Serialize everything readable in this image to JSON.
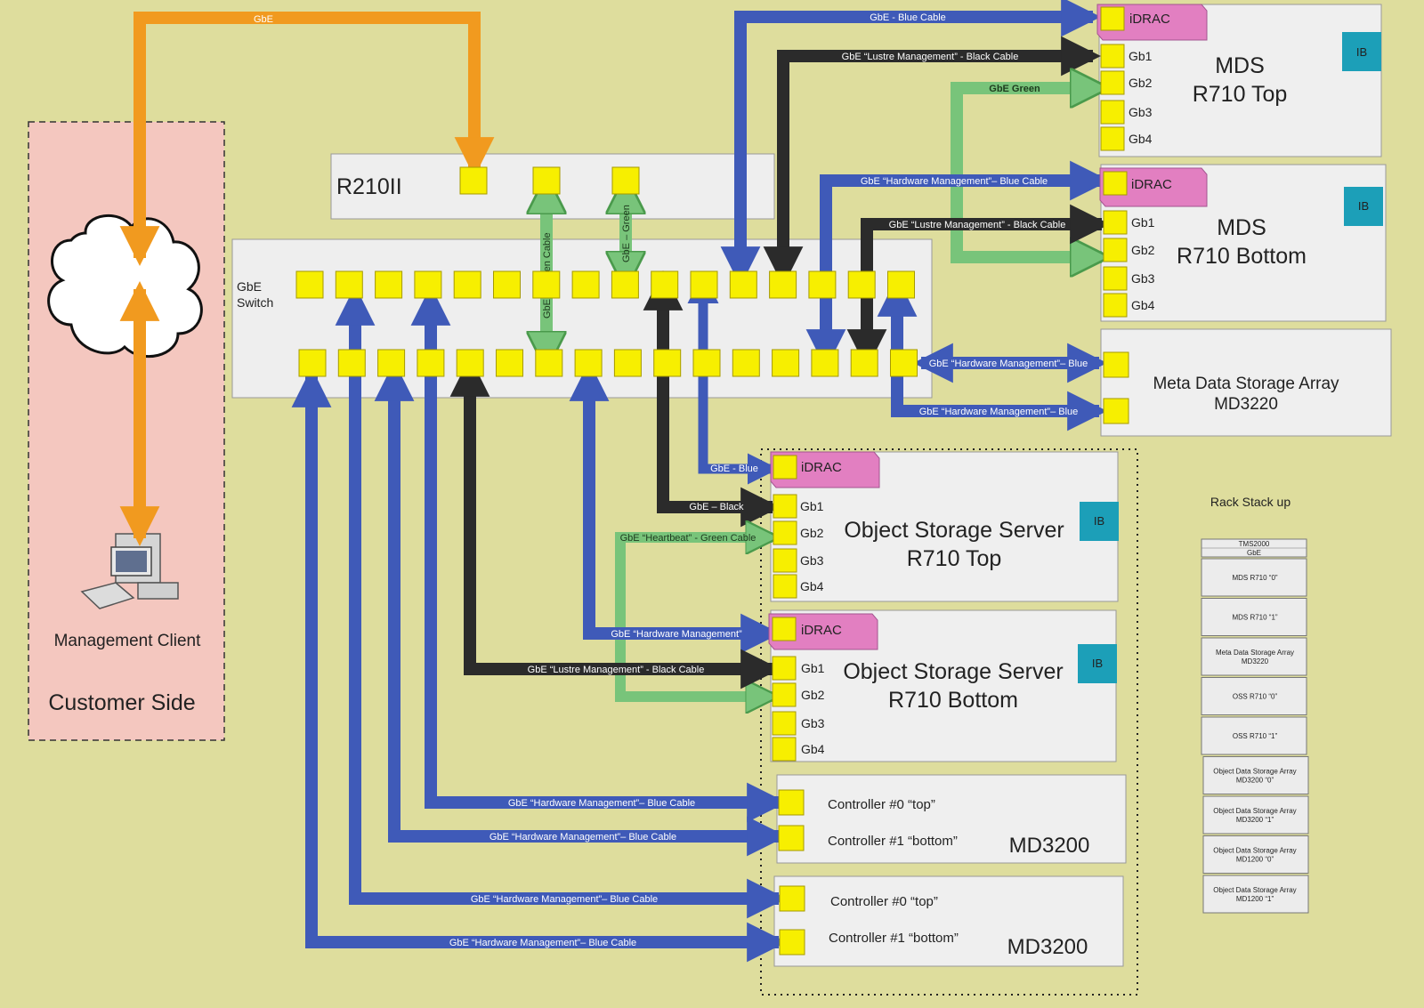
{
  "customer_side": {
    "title": "Customer Side",
    "client_label": "Management Client"
  },
  "r210": {
    "label": "R210II"
  },
  "switch": {
    "label_line1": "GbE",
    "label_line2": "Switch"
  },
  "ports": {
    "gb1": "Gb1",
    "gb2": "Gb2",
    "gb3": "Gb3",
    "gb4": "Gb4",
    "idrac": "iDRAC",
    "ib": "IB"
  },
  "mds_top": {
    "line1": "MDS",
    "line2": "R710 Top"
  },
  "mds_bottom": {
    "line1": "MDS",
    "line2": "R710 Bottom"
  },
  "meta_array": {
    "line1": "Meta Data Storage Array",
    "line2": "MD3220"
  },
  "oss_top": {
    "line1": "Object Storage Server",
    "line2": "R710 Top"
  },
  "oss_bottom": {
    "line1": "Object Storage Server",
    "line2": "R710 Bottom"
  },
  "md3200_a": {
    "ctrl0": "Controller #0 “top”",
    "ctrl1": "Controller #1 “bottom”",
    "name": "MD3200"
  },
  "md3200_b": {
    "ctrl0": "Controller #0 “top”",
    "ctrl1": "Controller #1 “bottom”",
    "name": "MD3200"
  },
  "cables": {
    "gbe": "GbE",
    "blue_cable": "GbE  - Blue Cable",
    "lustre_black_top": "GbE “Lustre Management” - Black Cable",
    "gbe_green": "GbE Green",
    "hw_blue_mds": "GbE “Hardware Management”– Blue Cable",
    "lustre_black_mds": "GbE “Lustre Management” - Black Cable",
    "hw_blue_meta1": "GbE “Hardware Management”– Blue",
    "hw_blue_meta2": "GbE “Hardware Management”– Blue",
    "green_cable_vert": "GbE – Green Cable",
    "green_vert": "GbE – Green",
    "oss_blue": "GbE - Blue",
    "oss_black": "GbE – Black",
    "heartbeat": "GbE “Heartbeat” - Green Cable",
    "hw_mgmt_oss": "GbE “Hardware Management”",
    "lustre_black_oss": "GbE “Lustre Management” - Black Cable",
    "hw_md1": "GbE “Hardware Management”– Blue Cable",
    "hw_md2": "GbE “Hardware Management”– Blue Cable",
    "hw_md3": "GbE “Hardware Management”– Blue Cable",
    "hw_md4": "GbE “Hardware Management”– Blue Cable"
  },
  "rack": {
    "title": "Rack Stack up",
    "top_line1": "TMS2000",
    "top_line2": "GbE",
    "units": [
      {
        "line1": "MDS R710 “0”",
        "line2": ""
      },
      {
        "line1": "MDS R710 “1”",
        "line2": ""
      },
      {
        "line1": "Meta Data Storage Array",
        "line2": "MD3220"
      },
      {
        "line1": "OSS R710 “0”",
        "line2": ""
      },
      {
        "line1": "OSS R710 “1”",
        "line2": ""
      },
      {
        "line1": "Object Data Storage Array",
        "line2": "MD3200 “0”"
      },
      {
        "line1": "Object Data Storage Array",
        "line2": "MD3200 “1”"
      },
      {
        "line1": "Object Data Storage Array",
        "line2": "MD1200 “0”"
      },
      {
        "line1": "Object Data Storage Array",
        "line2": "MD1200 “1”"
      }
    ]
  },
  "colors": {
    "blue": "#3f5ab8",
    "black": "#2b2b2b",
    "green": "#78c47a",
    "orange": "#f19a1f",
    "port": "#f7ef00",
    "idrac": "#e27fc1",
    "ib": "#1c9fb8",
    "background": "#dedd9d"
  }
}
